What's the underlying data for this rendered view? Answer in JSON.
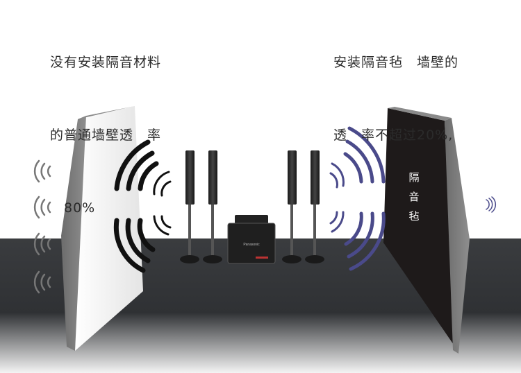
{
  "captions": {
    "left": [
      "没有安装隔音材料",
      "的普通墙壁透　率",
      "　80%"
    ],
    "right": [
      "安装隔音毡　墙壁的",
      "透　率不超过20%,"
    ]
  },
  "panel_label": "隔\n音\n毡",
  "speaker_brand": "Panasonic",
  "colors": {
    "floor": "#3b3d40",
    "wave_black": "#111111",
    "wave_blue": "#4a4a8a",
    "wave_grey": "#777777",
    "felt_panel": "#1e1a1a"
  }
}
